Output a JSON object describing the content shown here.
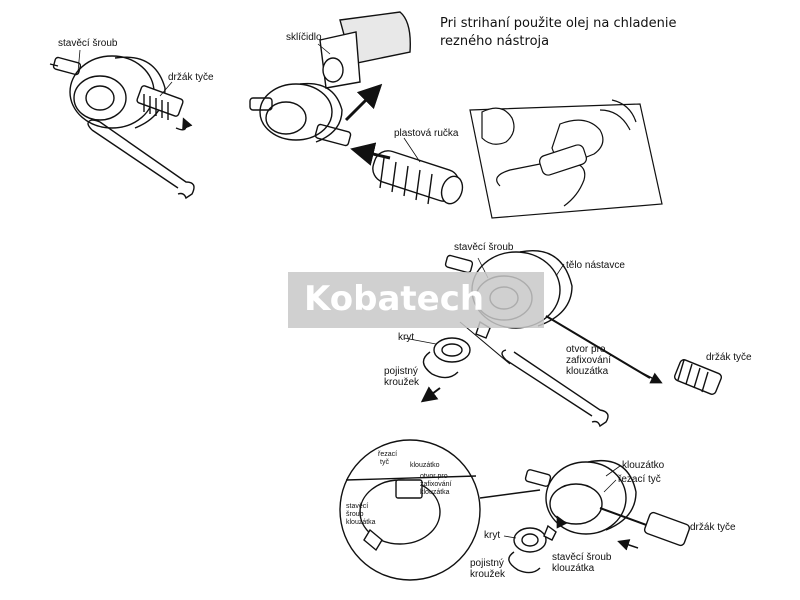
{
  "note": {
    "line1": "Pri strihaní použite olej na chladenie",
    "line2": "rezného nástroja"
  },
  "watermark": "Kobatech",
  "fig1": {
    "set_screw": "stavěcí šroub",
    "rod_holder": "držák tyče"
  },
  "fig2": {
    "chuck": "sklíčidlo",
    "plastic_handle": "plastová ručka"
  },
  "fig4": {
    "set_screw": "stavěcí šroub",
    "body": "tělo nástavce",
    "cover": "kryt",
    "ring_1": "pojistný",
    "ring_2": "kroužek",
    "hole_1": "otvor pro",
    "hole_2": "zafixování",
    "hole_3": "klouzátka",
    "rod_holder": "držák tyče"
  },
  "fig5": {
    "slider": "klouzátko",
    "cutting_rod": "řezací tyč",
    "rod_holder": "držák tyče",
    "cover": "kryt",
    "ring_1": "pojistný",
    "ring_2": "kroužek",
    "slider_screw_1": "stavěcí šroub",
    "slider_screw_2": "klouzátka"
  },
  "detail": {
    "cutting_rod_1": "řezací",
    "cutting_rod_2": "tyč",
    "slider": "klouzátko",
    "hole_1": "otvor pro",
    "hole_2": "zafixování",
    "hole_3": "klouzátka",
    "screw_1": "stavěcí",
    "screw_2": "šroub",
    "screw_3": "klouzátka"
  },
  "colors": {
    "ink": "#111111",
    "watermark_bg": "#c8c8c8"
  }
}
